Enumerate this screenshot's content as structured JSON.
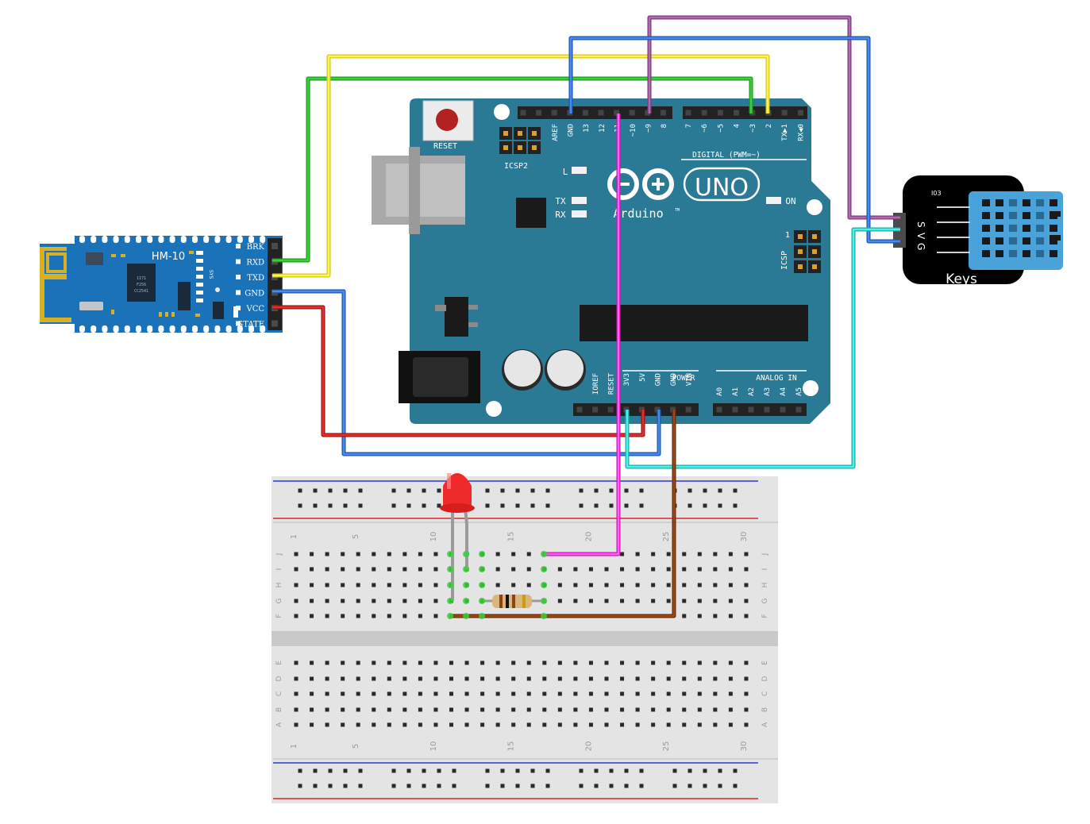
{
  "colors": {
    "board": "#2a7a96",
    "board_edge": "#1f6a84",
    "hm10": "#1a73b8",
    "sensor_body": "#000000",
    "sensor_cap": "#4aa3d8",
    "breadboard": "#e4e4e4",
    "rail_red": "#d42a2a",
    "rail_blue": "#2a3ad4",
    "wire_green": "#22b022",
    "wire_yellow": "#f0e020",
    "wire_blue": "#2a6fd0",
    "wire_red": "#c01818",
    "wire_purple": "#9a4a98",
    "wire_magenta": "#f020e0",
    "wire_cyan": "#20d8d0",
    "wire_brown": "#8a3a10",
    "led": "#ee2a2a"
  },
  "hm10": {
    "title": "HM-10",
    "pins": [
      "BRK",
      "RXD",
      "TXD",
      "GND",
      "VCC",
      "STATE"
    ],
    "chip_text": [
      "CC2541",
      "F256",
      "1I71"
    ],
    "side_text": "SYS"
  },
  "arduino": {
    "reset_label": "RESET",
    "icsp2_label": "ICSP2",
    "icsp_label": "ICSP",
    "icsp_pin1": "1",
    "logo_model": "UNO",
    "logo_name": "Arduino",
    "logo_tm": "TM",
    "led_labels": [
      "L",
      "TX",
      "RX"
    ],
    "on_label": "ON",
    "digital_label": "DIGITAL (PWM=~)",
    "digital_pins_left": [
      "AREF",
      "GND",
      "13",
      "12",
      "~11",
      "~10",
      "~9",
      "8"
    ],
    "digital_pins_right": [
      "7",
      "~6",
      "~5",
      "4",
      "~3",
      "2",
      "TX▶1",
      "RX◀0"
    ],
    "power_label": "POWER",
    "power_pins": [
      "IOREF",
      "RESET",
      "3V3",
      "5V",
      "GND",
      "GND",
      "VIN"
    ],
    "analog_label": "ANALOG IN",
    "analog_pins": [
      "A0",
      "A1",
      "A2",
      "A3",
      "A4",
      "A5"
    ]
  },
  "sensor": {
    "brand": "Keys",
    "model": "I03",
    "pin_labels": [
      "S",
      "V",
      "G"
    ]
  },
  "breadboard": {
    "column_numbers": [
      "1",
      "5",
      "10",
      "15",
      "20",
      "25",
      "30"
    ],
    "top_rows": [
      "J",
      "I",
      "H",
      "G",
      "F"
    ],
    "bottom_rows": [
      "E",
      "D",
      "C",
      "B",
      "A"
    ]
  }
}
